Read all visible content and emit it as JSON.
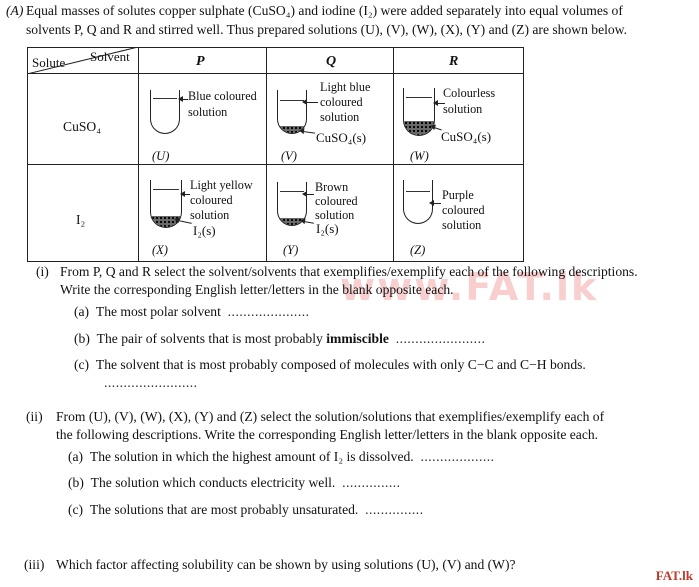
{
  "intro": {
    "line1": "Equal masses of solutes copper sulphate (CuSO₄) and iodine (I₂) were added separately into equal volumes of",
    "line2": "solvents P, Q and R and stirred well. Thus prepared solutions (U), (V), (W), (X), (Y) and (Z) are shown below.",
    "label": "(A)"
  },
  "table": {
    "corner_solute": "Solute",
    "corner_solvent": "Solvent",
    "columns": [
      "P",
      "Q",
      "R"
    ],
    "rows": [
      {
        "solute": "CuSO₄",
        "cells": [
          {
            "id": "(U)",
            "labels": [
              "Blue coloured",
              "solution"
            ]
          },
          {
            "id": "(V)",
            "labels": [
              "Light blue",
              "coloured",
              "solution",
              "CuSO₄(s)"
            ]
          },
          {
            "id": "(W)",
            "labels": [
              "Colourless",
              "solution",
              "CuSO₄(s)"
            ]
          }
        ]
      },
      {
        "solute": "I₂",
        "cells": [
          {
            "id": "(X)",
            "labels": [
              "Light yellow",
              "coloured",
              "solution",
              "I₂(s)"
            ]
          },
          {
            "id": "(Y)",
            "labels": [
              "Brown",
              "coloured",
              "solution",
              "I₂(s)"
            ]
          },
          {
            "id": "(Z)",
            "labels": [
              "Purple",
              "coloured",
              "solution"
            ]
          }
        ]
      }
    ]
  },
  "part_i": {
    "num": "(i)",
    "line1": "From P, Q and R select the solvent/solvents that exemplifies/exemplify each of the following descriptions.",
    "line2": "Write the corresponding English letter/letters in the blank opposite each.",
    "a": {
      "label": "(a)",
      "text": "The most polar solvent",
      "dots": "....................."
    },
    "b": {
      "label": "(b)",
      "text": "The pair of solvents that is most probably",
      "bold": "immiscible",
      "dots": "......................."
    },
    "c": {
      "label": "(c)",
      "text": "The solvent that is most probably composed of molecules with only C−C and C−H  bonds.",
      "dots": "........................"
    }
  },
  "part_ii": {
    "num": "(ii)",
    "line1": "From (U), (V), (W), (X), (Y) and (Z) select the solution/solutions that exemplifies/exemplify each of",
    "line2": "the following descriptions. Write the corresponding English letter/letters in the blank opposite each.",
    "a": {
      "label": "(a)",
      "text": "The solution in which the highest amount of I₂ is dissolved.",
      "dots": "..................."
    },
    "b": {
      "label": "(b)",
      "text": "The solution which conducts electricity well.",
      "dots": "..............."
    },
    "c": {
      "label": "(c)",
      "text": "The solutions that are most probably unsaturated.",
      "dots": "..............."
    }
  },
  "part_iii": {
    "num": "(iii)",
    "text": "Which factor affecting solubility can be shown by using solutions (U), (V) and (W)?"
  },
  "watermark": "www.FAT.lk",
  "brand": "FAT.lk"
}
